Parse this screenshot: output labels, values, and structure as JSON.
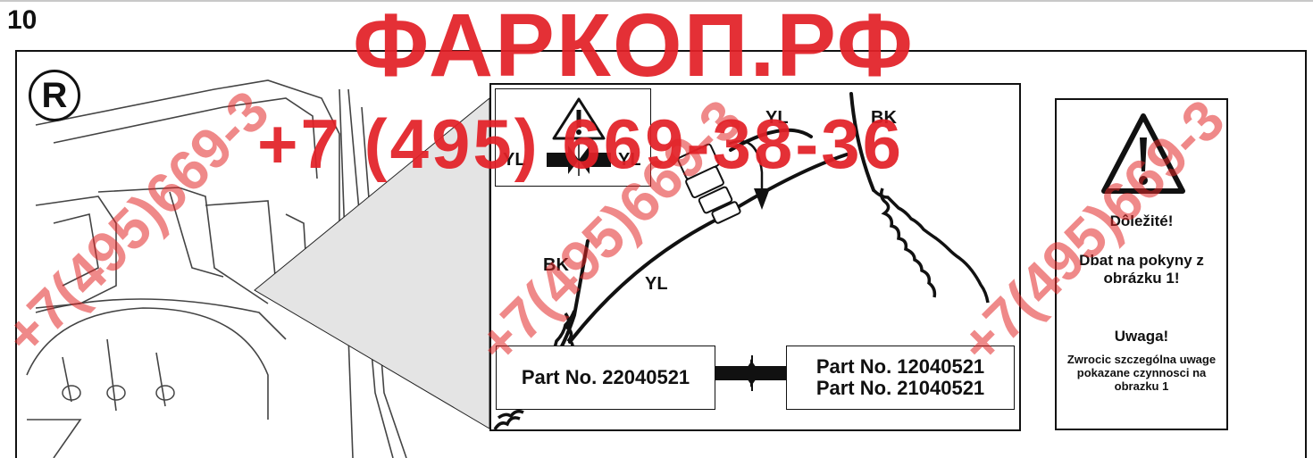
{
  "step_number": "10",
  "side_marker": "R",
  "warning_inset": {
    "left_label": "YL",
    "right_label": "YL"
  },
  "wire_labels": {
    "yl_top": "YL",
    "bk_top": "BK",
    "bk_left": "BK",
    "yl_mid": "YL"
  },
  "part_left": "Part No. 22040521",
  "part_right_line1": "Part No. 12040521",
  "part_right_line2": "Part No. 21040521",
  "info": {
    "title_sk": "Dôležité!",
    "text_sk": "Dbat na pokyny z obrázku 1!",
    "title_pl": "Uwaga!",
    "text_pl": "Zwrocic szczególna uwage pokazane czynnosci na obrazku 1"
  },
  "watermark": {
    "brand": "ФАРКОП.РФ",
    "phone": "+7 (495) 669-38-36",
    "diagonal": "+7(495)669-3"
  },
  "colors": {
    "watermark": "#e32127",
    "line": "#111111"
  }
}
